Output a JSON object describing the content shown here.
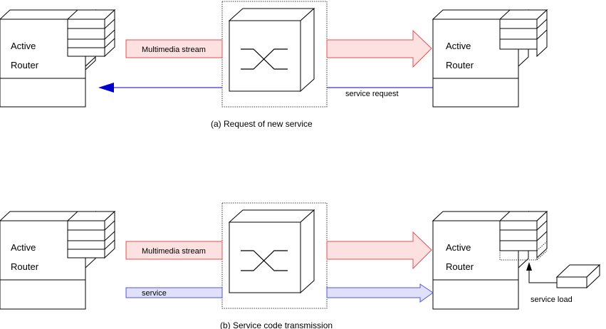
{
  "panel_a": {
    "router_left_line1": "Active",
    "router_left_line2": "Router",
    "router_right_line1": "Active",
    "router_right_line2": "Router",
    "stream_label": "Multimedia stream",
    "request_label": "service request",
    "caption": "(a) Request of new service"
  },
  "panel_b": {
    "router_left_line1": "Active",
    "router_left_line2": "Router",
    "router_right_line1": "Active",
    "router_right_line2": "Router",
    "stream_label": "Multimedia stream",
    "service_label": "service",
    "load_label": "service load",
    "caption": "(b) Service code transmission"
  },
  "colors": {
    "stream_fill": "#fde0e0",
    "stream_stroke": "#e05050",
    "service_fill": "#e0e0fb",
    "service_stroke": "#5555dd",
    "request_line": "#0000cc"
  }
}
